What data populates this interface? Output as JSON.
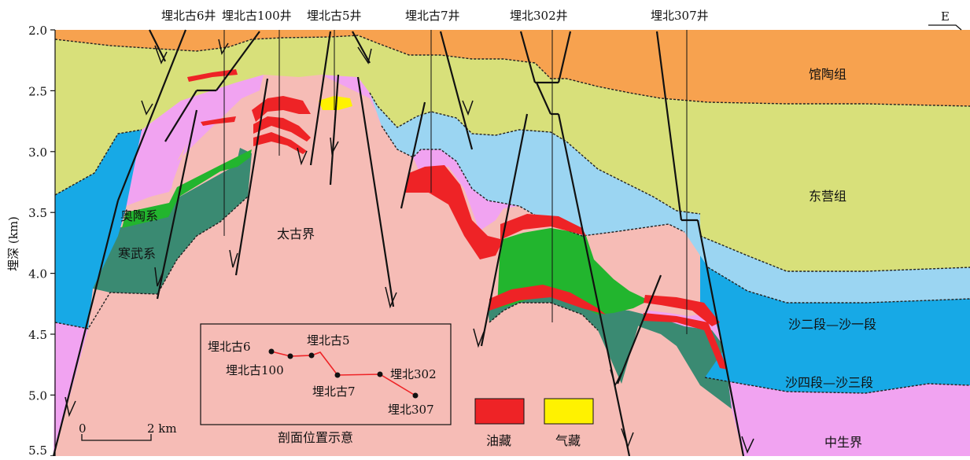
{
  "axis": {
    "label": "埋深 (km)",
    "ticks": [
      "2.0",
      "2.5",
      "3.0",
      "3.5",
      "4.0",
      "4.5",
      "5.0",
      "5.5"
    ]
  },
  "wells": [
    "埋北古6井",
    "埋北古100井",
    "埋北古5井",
    "埋北古7井",
    "埋北302井",
    "埋北307井"
  ],
  "direction": "E",
  "formations": {
    "guantao": "馆陶组",
    "dongying": "东营组",
    "sha12": "沙二段—沙一段",
    "sha34": "沙四段—沙三段",
    "mesozoic": "中生界",
    "archean": "太古界",
    "ordovician": "奥陶系",
    "cambrian": "寒武系"
  },
  "inset": {
    "caption": "剖面位置示意",
    "wells": [
      "埋北古6",
      "埋北古100",
      "埋北古5",
      "埋北古7",
      "埋北302",
      "埋北307"
    ]
  },
  "scale": {
    "start": "0",
    "end": "2 km"
  },
  "legend": {
    "oil": "油藏",
    "gas": "气藏"
  },
  "colors": {
    "guantao": "#f7a24f",
    "dongying": "#d8e07a",
    "sha12": "#9bd5f2",
    "sha34": "#17a9e6",
    "mesozoic": "#f1a3f1",
    "archean": "#f6bcb6",
    "ordovician": "#22b52e",
    "cambrian": "#3a8a72",
    "oil": "#ee2326",
    "gas": "#fff200"
  }
}
